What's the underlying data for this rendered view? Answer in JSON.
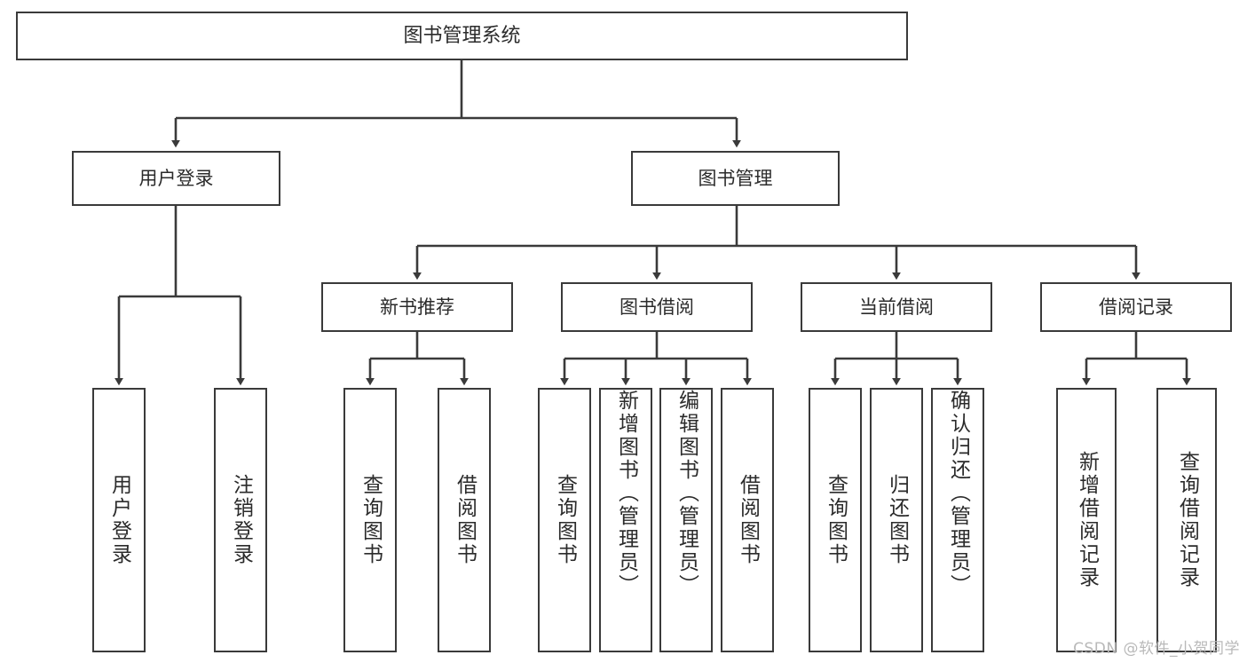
{
  "diagram": {
    "title": "图书管理系统",
    "type": "tree",
    "watermark": "CSDN @软件_小贺同学",
    "colors": {
      "stroke": "#3a3a3a",
      "fill": "#ffffff",
      "text": "#2b2b2b",
      "watermark": "#b9b9b9"
    },
    "levels": {
      "root": {
        "label": "图书管理系统"
      },
      "level2": [
        {
          "id": "user-login",
          "label": "用户登录"
        },
        {
          "id": "book-management",
          "label": "图书管理"
        }
      ],
      "level3": [
        {
          "id": "new-book-recommend",
          "label": "新书推荐"
        },
        {
          "id": "book-borrow",
          "label": "图书借阅"
        },
        {
          "id": "current-borrow",
          "label": "当前借阅"
        },
        {
          "id": "borrow-record",
          "label": "借阅记录"
        }
      ],
      "leaves": {
        "user_login": [
          {
            "id": "leaf-user-login",
            "label": "用户登录"
          },
          {
            "id": "leaf-logout-login",
            "label": "注销登录"
          }
        ],
        "new_book_recommend": [
          {
            "id": "leaf-query-book-1",
            "label": "查询图书"
          },
          {
            "id": "leaf-borrow-book-1",
            "label": "借阅图书"
          }
        ],
        "book_borrow": [
          {
            "id": "leaf-query-book-2",
            "label": "查询图书"
          },
          {
            "id": "leaf-add-book",
            "label": "新增图书（管理员）"
          },
          {
            "id": "leaf-edit-book",
            "label": "编辑图书（管理员）"
          },
          {
            "id": "leaf-borrow-book-2",
            "label": "借阅图书"
          }
        ],
        "current_borrow": [
          {
            "id": "leaf-query-book-3",
            "label": "查询图书"
          },
          {
            "id": "leaf-return-book",
            "label": "归还图书"
          },
          {
            "id": "leaf-confirm-return",
            "label": "确认归还（管理员）"
          }
        ],
        "borrow_record": [
          {
            "id": "leaf-add-record",
            "label": "新增借阅记录"
          },
          {
            "id": "leaf-query-record",
            "label": "查询借阅记录"
          }
        ]
      }
    }
  }
}
